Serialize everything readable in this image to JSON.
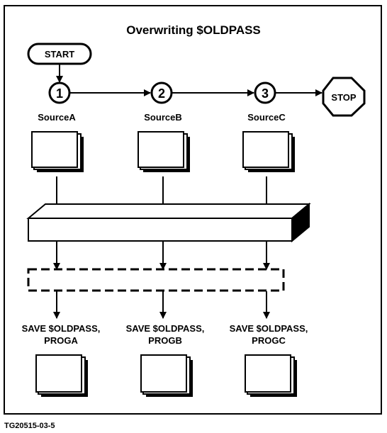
{
  "diagram": {
    "title": "Overwriting $OLDPASS",
    "start_label": "START",
    "stop_label": "STOP",
    "steps": [
      {
        "number": "1",
        "source_label": "SourceA",
        "save_line1": "SAVE $OLDPASS,",
        "save_line2": "PROGA"
      },
      {
        "number": "2",
        "source_label": "SourceB",
        "save_line1": "SAVE $OLDPASS,",
        "save_line2": "PROGB"
      },
      {
        "number": "3",
        "source_label": "SourceC",
        "save_line1": "SAVE $OLDPASS,",
        "save_line2": "PROGC"
      }
    ],
    "figure_id": "TG20515-03-5"
  }
}
